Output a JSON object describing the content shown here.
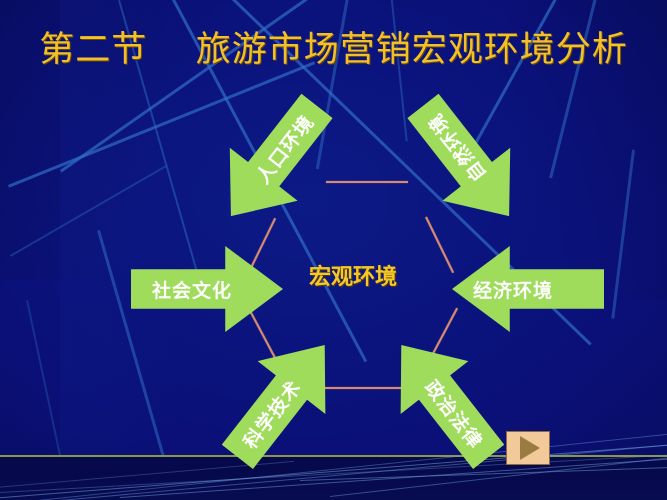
{
  "slide": {
    "title": "第二节    旅游市场营销宏观环境分析",
    "center_label": "宏观环境",
    "background_color": "#0a1170",
    "title_color": "#f2c12a",
    "arrow_color": "#9fdc5c",
    "arrow_text_color": "#ffffff",
    "connector_color": "#d98a6a",
    "baseline_color": "#8a9648"
  },
  "arrows": [
    {
      "id": "population",
      "label": "人口环境",
      "direction": "down-right",
      "position": "top-left"
    },
    {
      "id": "natural",
      "label": "自然环境",
      "direction": "down-left",
      "position": "top-right"
    },
    {
      "id": "social",
      "label": "社会文化",
      "direction": "right",
      "position": "left"
    },
    {
      "id": "economic",
      "label": "经济环境",
      "direction": "left",
      "position": "right"
    },
    {
      "id": "technology",
      "label": "科学技术",
      "direction": "up-right",
      "position": "bottom-left"
    },
    {
      "id": "political",
      "label": "政治法律",
      "direction": "up-left",
      "position": "bottom-right"
    }
  ],
  "controls": {
    "play_button_icon": "play-triangle-icon",
    "play_button_bg": "#f2c999",
    "play_button_fg": "#9a7c42"
  }
}
